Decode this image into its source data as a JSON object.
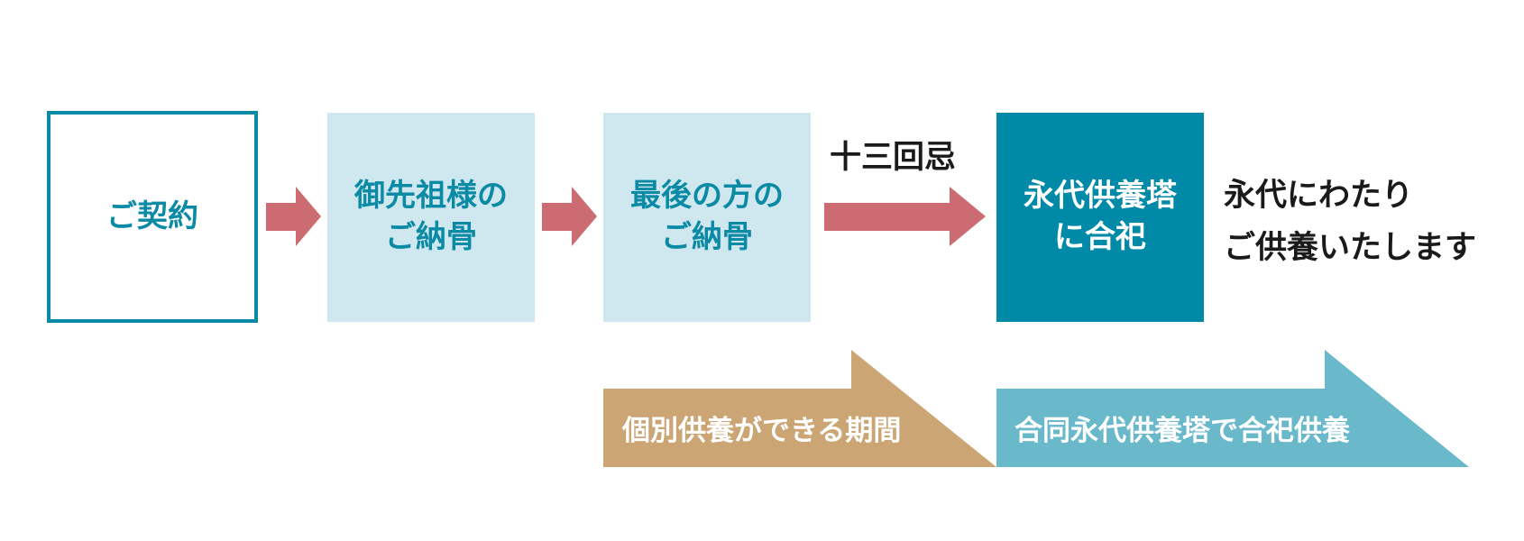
{
  "steps": [
    {
      "label_lines": [
        "ご契約"
      ]
    },
    {
      "label_lines": [
        "御先祖様の",
        "ご納骨"
      ]
    },
    {
      "label_lines": [
        "最後の方の",
        "ご納骨"
      ]
    },
    {
      "label_lines": [
        "永代供養塔",
        "に合祀"
      ]
    }
  ],
  "transition_label": "十三回忌",
  "result_text": [
    "永代にわたり",
    "ご供養いたします"
  ],
  "periods": [
    {
      "label": "個別供養ができる期間",
      "color": "#cca574"
    },
    {
      "label": "合同永代供養塔で合祀供養",
      "color": "#69b9cb"
    }
  ],
  "colors": {
    "accent": "#0a8aa5",
    "light_box": "#cfe7ee",
    "dark_box": "#008aa8",
    "arrow": "#cd6b73"
  }
}
